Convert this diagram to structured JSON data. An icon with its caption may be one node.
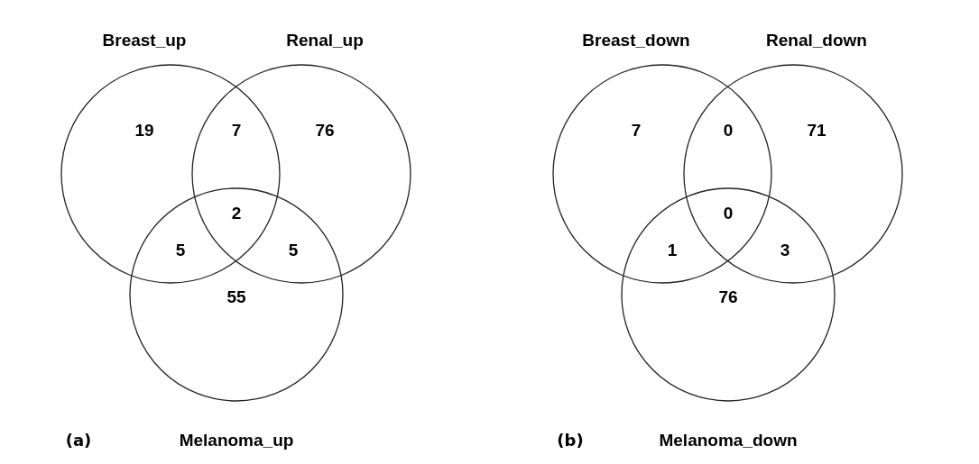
{
  "diagram": {
    "nodes": [
      {
        "text": [
          "Breast_up"
        ]
      },
      {
        "text": [
          "Renal_up"
        ]
      },
      {
        "text": [
          "Melanoma_up"
        ]
      },
      {
        "text": [
          "Breast_down"
        ]
      },
      {
        "text": [
          "Renal_down"
        ]
      },
      {
        "text": [
          "Melanoma_down"
        ]
      }
    ],
    "labels": [
      "19",
      "7",
      "76",
      "2",
      "5",
      "5",
      "55",
      "(a)",
      "7",
      "0",
      "71",
      "0",
      "1",
      "3",
      "76",
      "(b)"
    ]
  }
}
